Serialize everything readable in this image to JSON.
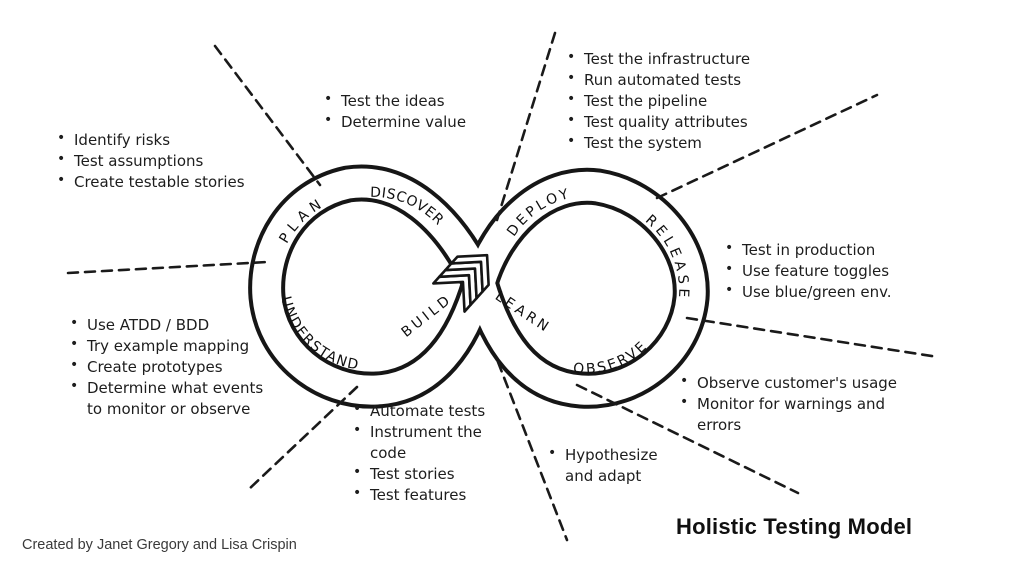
{
  "title": "Holistic Testing Model",
  "credit": "Created by Janet Gregory and Lisa Crispin",
  "colors": {
    "ink": "#161616",
    "background": "#ffffff"
  },
  "loop": {
    "labels": {
      "plan": "PLAN",
      "discover": "DISCOVER",
      "understand": "UNDERSTAND",
      "build": "BUILD",
      "deploy": "DEPLOY",
      "release": "RELEASE",
      "learn": "LEARN",
      "observe": "OBSERVE"
    }
  },
  "lists": {
    "identify": {
      "items": [
        "Identify risks",
        "Test assumptions",
        "Create testable stories"
      ]
    },
    "ideas": {
      "items": [
        "Test the ideas",
        "Determine value"
      ]
    },
    "infrastructure": {
      "items": [
        "Test the infrastructure",
        "Run automated tests",
        "Test the pipeline",
        "Test quality attributes",
        "Test the system"
      ]
    },
    "production": {
      "items": [
        "Test in production",
        "Use feature toggles",
        "Use blue/green env."
      ]
    },
    "customer": {
      "items": [
        "Observe customer's usage",
        "Monitor for warnings and errors"
      ]
    },
    "hypothesize": {
      "items": [
        "Hypothesize and adapt"
      ]
    },
    "automate": {
      "items": [
        "Automate tests",
        "Instrument the code",
        "Test stories",
        "Test features"
      ]
    },
    "atdd": {
      "items": [
        "Use ATDD / BDD",
        "Try example mapping",
        "Create prototypes",
        "Determine what events to monitor or observe"
      ]
    }
  }
}
